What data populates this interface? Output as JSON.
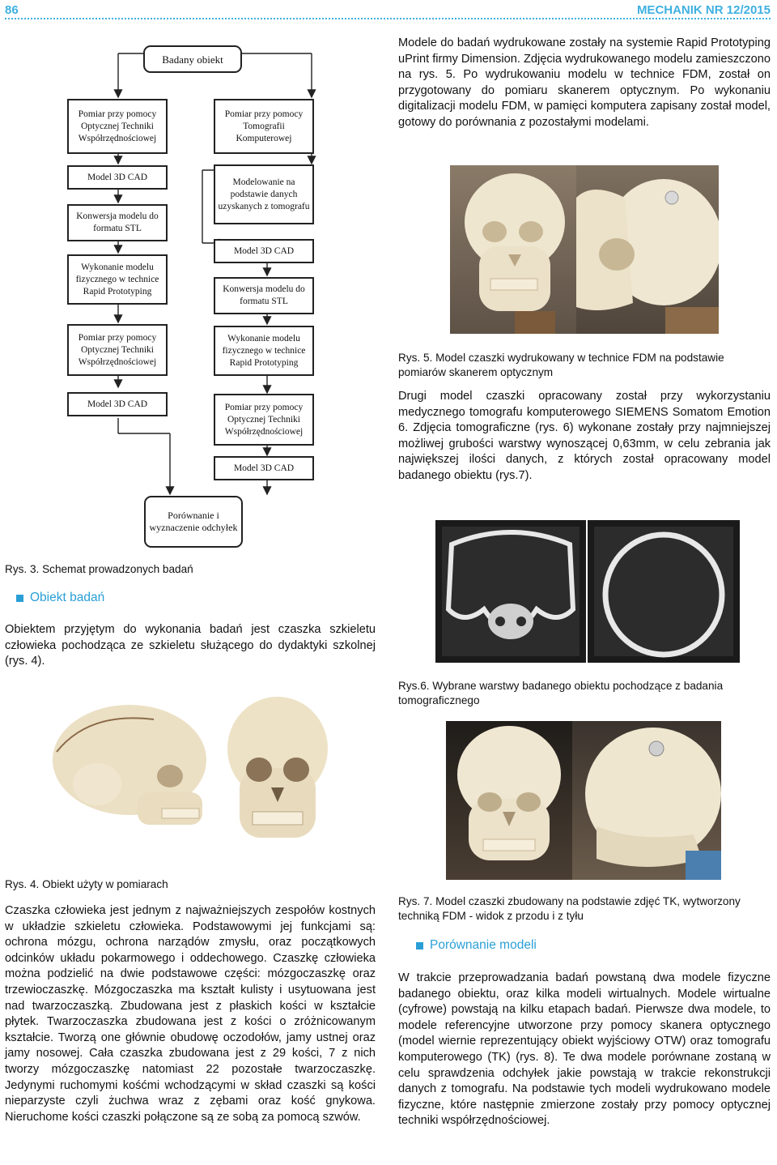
{
  "header": {
    "page_number": "86",
    "magazine": "MECHANIK NR 12/2015"
  },
  "flowchart": {
    "start": "Badany obiekt",
    "left_top": "Pomiar przy pomocy Optycznej Techniki Współrzędnościowej",
    "right_top": "Pomiar przy pomocy Tomografii Komputerowej",
    "left_cad": "Model 3D CAD",
    "right_model": "Modelowanie na podstawie danych uzyskanych z tomografu",
    "left_stl": "Konwersja modelu do formatu STL",
    "right_cad": "Model 3D CAD",
    "left_rp": "Wykonanie modelu fizycznego w technice Rapid Prototyping",
    "right_stl": "Konwersja modelu do formatu STL",
    "left_measure": "Pomiar przy pomocy Optycznej Techniki Współrzędnościowej",
    "right_rp": "Wykonanie modelu fizycznego w technice Rapid Prototyping",
    "left_cad2": "Model 3D CAD",
    "right_measure": "Pomiar przy pomocy Optycznej Techniki Współrzędnościowej",
    "right_cad2": "Model 3D CAD",
    "end": "Porównanie i wyznaczenie odchyłek"
  },
  "text": {
    "p_top_right": "Modele do badań wydrukowane zostały na systemie Rapid Prototyping uPrint firmy Dimension. Zdjęcia wydrukowanego modelu zamieszczono na rys. 5. Po wydrukowaniu modelu w technice FDM, został on przygotowany do pomiaru skanerem optycznym. Po wykonaniu digitalizacji modelu FDM, w pamięci komputera zapisany został model, gotowy do porównania z pozostałymi modelami.",
    "cap_rys5": "Rys. 5. Model czaszki wydrukowany w technice FDM na podstawie pomiarów skanerem optycznym",
    "p_second_model": "Drugi model czaszki opracowany został przy wykorzystaniu medycznego tomografu komputerowego SIEMENS Somatom Emotion 6. Zdjęcia tomograficzne (rys. 6) wykonane zostały przy najmniejszej możliwej grubości warstwy wynoszącej 0,63mm, w celu zebrania jak największej ilości danych, z których został opracowany model badanego obiektu (rys.7).",
    "cap_rys3": "Rys. 3. Schemat prowadzonych badań",
    "sec_obiekt": "Obiekt badań",
    "p_obiekt": "Obiektem przyjętym do wykonania badań jest czaszka szkieletu człowieka pochodząca ze szkieletu służącego do dydaktyki szkolnej (rys. 4).",
    "cap_rys6": "Rys.6. Wybrane warstwy badanego obiektu pochodzące z badania tomograficznego",
    "cap_rys4": "Rys. 4. Obiekt użyty w pomiarach",
    "p_czaszka": "Czaszka człowieka jest jednym z najważniejszych zespołów kostnych w układzie szkieletu człowieka. Podstawowymi jej funkcjami są: ochrona mózgu, ochrona narządów zmysłu, oraz początkowych odcinków układu pokarmowego i oddechowego. Czaszkę człowieka można podzielić na dwie podstawowe części: mózgoczaszkę oraz trzewioczaszkę. Mózgoczaszka ma kształt kulisty i usytuowana jest nad twarzoczaszką. Zbudowana jest z płaskich kości w kształcie płytek. Twarzoczaszka zbudowana jest z kości o zróżnicowanym kształcie. Tworzą one głównie obudowę oczodołów, jamy ustnej oraz jamy nosowej. Cała czaszka zbudowana jest z 29 kości, 7 z nich tworzy mózgoczaszkę natomiast 22 pozostałe twarzoczaszkę. Jedynymi ruchomymi kośćmi wchodzącymi w skład czaszki są kości nieparzyste czyli żuchwa wraz z zębami oraz kość gnykowa. Nieruchome kości czaszki połączone są ze sobą za pomocą szwów.",
    "cap_rys7": "Rys. 7. Model czaszki zbudowany na podstawie zdjęć TK, wytworzony techniką FDM - widok z przodu i z tyłu",
    "sec_porownanie": "Porównanie modeli",
    "p_porownanie": "W trakcie przeprowadzania badań powstaną dwa modele fizyczne badanego obiektu, oraz kilka modeli wirtualnych. Modele wirtualne (cyfrowe) powstają na kilku etapach badań. Pierwsze dwa modele, to modele referencyjne utworzone przy pomocy skanera optycznego (model wiernie reprezentujący obiekt wyjściowy OTW) oraz tomografu komputerowego (TK) (rys. 8). Te dwa modele porównane zostaną w celu sprawdzenia odchyłek jakie powstają w trakcie rekonstrukcji danych z tomografu. Na podstawie tych modeli wydrukowano modele fizyczne, które następnie zmierzone zostały przy pomocy optycznej techniki współrzędnościowej."
  }
}
